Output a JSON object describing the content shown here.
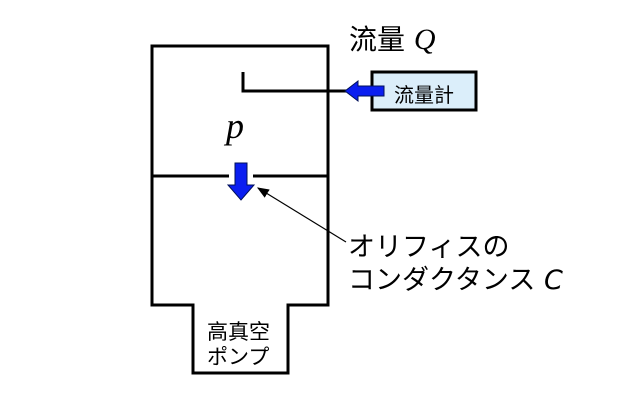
{
  "flow": {
    "label": "流量",
    "symbol": "Q"
  },
  "flowmeter": {
    "label": "流量計",
    "fill": "#dbeefa"
  },
  "pressure": {
    "symbol": "p"
  },
  "orifice": {
    "line1": "オリフィスの",
    "line2": "コンダクタンス",
    "symbol": "C"
  },
  "pump": {
    "line1": "高真空",
    "line2": "ポンプ"
  },
  "colors": {
    "arrow": "#0a1ef0",
    "stroke": "#000000"
  }
}
